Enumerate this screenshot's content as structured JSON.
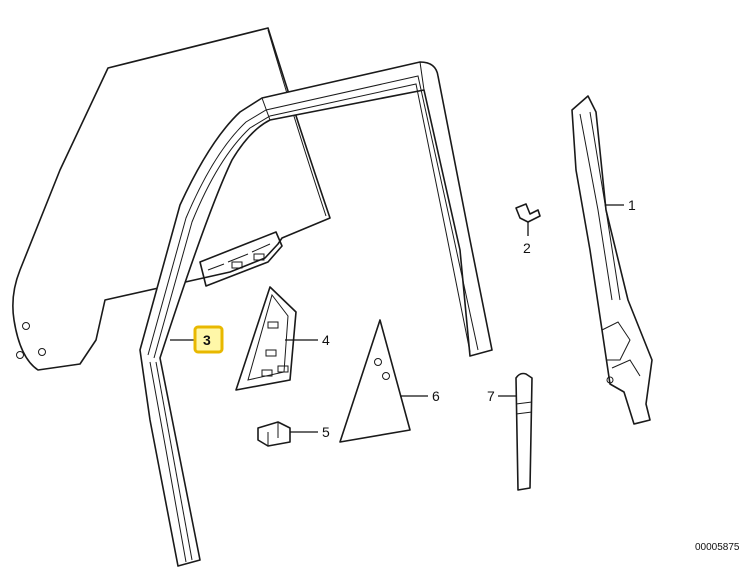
{
  "diagram": {
    "callouts": [
      {
        "id": "1",
        "label": "1"
      },
      {
        "id": "2",
        "label": "2"
      },
      {
        "id": "3",
        "label": "3",
        "highlighted": true
      },
      {
        "id": "4",
        "label": "4"
      },
      {
        "id": "5",
        "label": "5"
      },
      {
        "id": "6",
        "label": "6"
      },
      {
        "id": "7",
        "label": "7"
      }
    ],
    "reference_code": "00005875",
    "colors": {
      "line": "#1a1a1a",
      "highlight_fill": "#fff7a8",
      "highlight_border": "#e8b800"
    }
  }
}
